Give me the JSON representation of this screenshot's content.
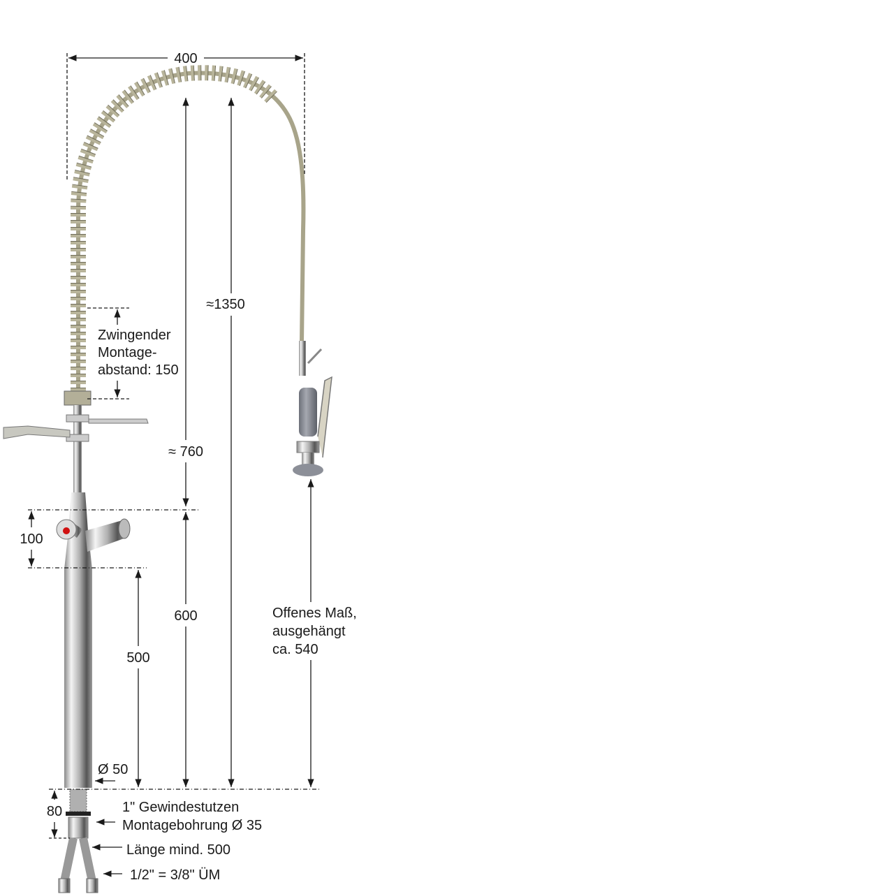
{
  "dimensions": {
    "width_top": "400",
    "height_total": "≈1350",
    "height_upper": "≈ 760",
    "height_valve": "100",
    "height_600": "600",
    "height_500": "500",
    "diameter_column": "Ø 50",
    "connection_length": "80"
  },
  "labels": {
    "mounting_distance": [
      "Zwingender",
      "Montage-",
      "abstand: 150"
    ],
    "open_dimension": [
      "Offenes Maß,",
      "ausgehängt",
      "ca. 540"
    ],
    "thread": "1\" Gewindestutzen",
    "mounting_hole": "Montagebohrung Ø 35",
    "hose_length": "Länge mind. 500",
    "connector": "1/2\" = 3/8\" ÜM"
  },
  "colors": {
    "chrome": "#c8c8c8",
    "spring": "#b8b49a",
    "grip": "#8a8d96",
    "hot_indicator": "#d01010",
    "dimension_line": "#1a1a1a"
  }
}
